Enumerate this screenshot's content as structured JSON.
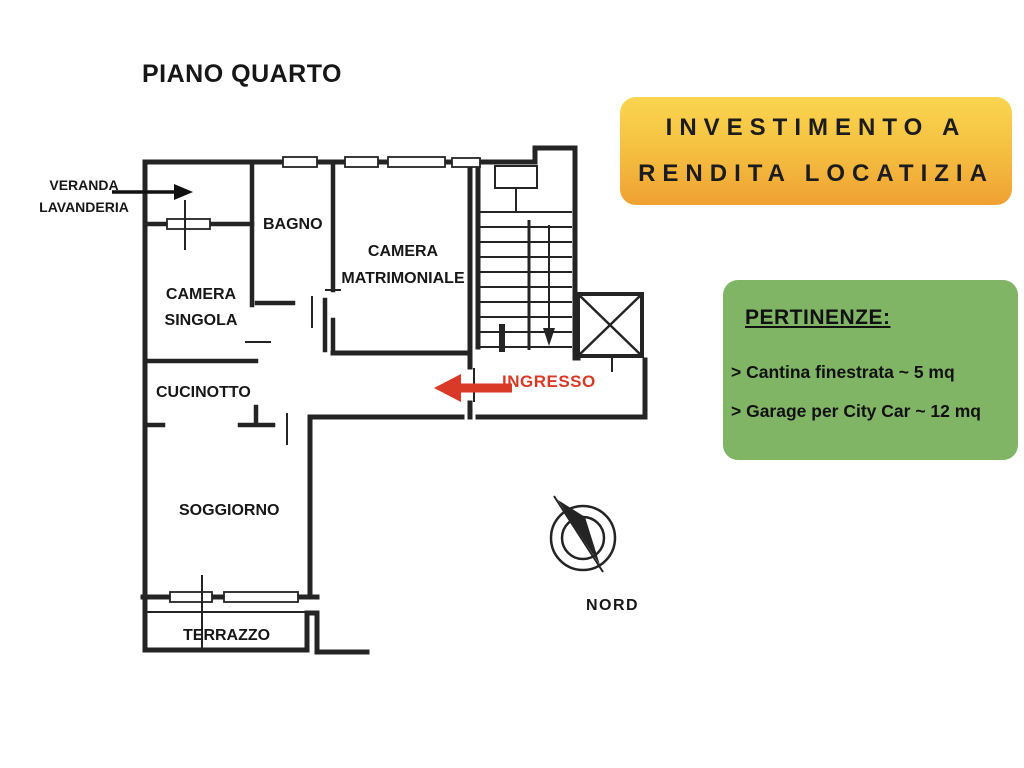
{
  "title": "PIANO QUARTO",
  "banner": {
    "line1": "INVESTIMENTO A",
    "line2": "RENDITA LOCATIZIA",
    "bg_top_color": "#fad54f",
    "bg_bottom_color": "#efa133",
    "text_color": "#1c1c1c"
  },
  "pertinenze": {
    "heading": "PERTINENZE:",
    "items": [
      "> Cantina finestrata ~ 5 mq",
      "> Garage per City Car ~ 12 mq"
    ],
    "bg_color": "#80b566",
    "text_color": "#111111"
  },
  "floorplan": {
    "wall_color": "#242424",
    "entrance_accent_color": "#d93a28",
    "labels": {
      "veranda_line1": "VERANDA",
      "veranda_line2": "LAVANDERIA",
      "bagno": "BAGNO",
      "camera_matrimoniale_line1": "CAMERA",
      "camera_matrimoniale_line2": "MATRIMONIALE",
      "camera_singola_line1": "CAMERA",
      "camera_singola_line2": "SINGOLA",
      "cucinotto": "CUCINOTTO",
      "soggiorno": "SOGGIORNO",
      "terrazzo": "TERRAZZO",
      "ingresso": "INGRESSO",
      "nord": "NORD"
    }
  }
}
